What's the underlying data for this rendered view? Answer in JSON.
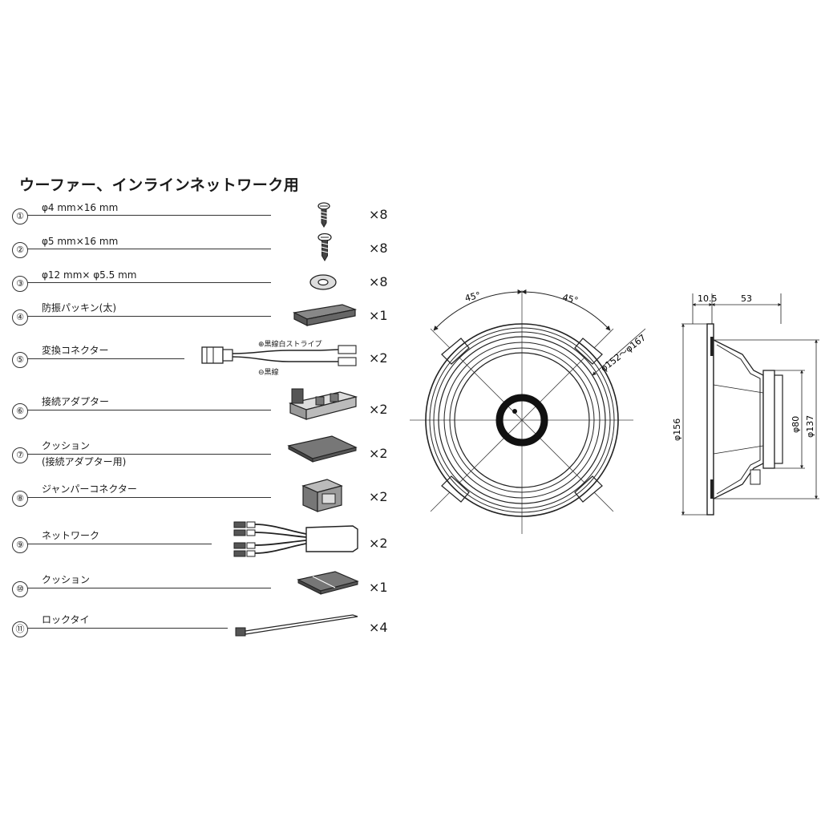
{
  "title": "ウーファー、インラインネットワーク用",
  "parts": [
    {
      "num": "①",
      "name": "φ4 mm×16 mm",
      "name2": "",
      "qty": "×8",
      "icon": "screw-icon"
    },
    {
      "num": "②",
      "name": "φ5 mm×16 mm",
      "name2": "",
      "qty": "×8",
      "icon": "screw-icon"
    },
    {
      "num": "③",
      "name": "φ12 mm× φ5.5 mm",
      "name2": "",
      "qty": "×8",
      "icon": "washer-icon"
    },
    {
      "num": "④",
      "name": "防振パッキン(太)",
      "name2": "",
      "qty": "×1",
      "icon": "packing-icon"
    },
    {
      "num": "⑤",
      "name": "変換コネクター",
      "name2": "",
      "qty": "×2",
      "icon": "connector-cable-icon"
    },
    {
      "num": "⑥",
      "name": "接続アダプター",
      "name2": "",
      "qty": "×2",
      "icon": "adapter-icon"
    },
    {
      "num": "⑦",
      "name": "クッション",
      "name2": "(接続アダプター用)",
      "qty": "×2",
      "icon": "cushion-icon"
    },
    {
      "num": "⑧",
      "name": "ジャンパーコネクター",
      "name2": "",
      "qty": "×2",
      "icon": "jumper-connector-icon"
    },
    {
      "num": "⑨",
      "name": "ネットワーク",
      "name2": "",
      "qty": "×2",
      "icon": "network-icon"
    },
    {
      "num": "⑩",
      "name": "クッション",
      "name2": "",
      "qty": "×1",
      "icon": "cushion-icon"
    },
    {
      "num": "⑪",
      "name": "ロックタイ",
      "name2": "",
      "qty": "×4",
      "icon": "lock-tie-icon"
    }
  ],
  "wire_labels": {
    "plus": "⊕黒線白ストライプ",
    "minus": "⊖黒線"
  },
  "front_view": {
    "angle_left": "45°",
    "angle_right": "45°",
    "diameter_label": "φ152〜φ167"
  },
  "side_view": {
    "dim_flange": "10.5",
    "dim_depth": "53",
    "dim_outer": "φ156",
    "dim_magnet": "φ80",
    "dim_frame": "φ137"
  }
}
